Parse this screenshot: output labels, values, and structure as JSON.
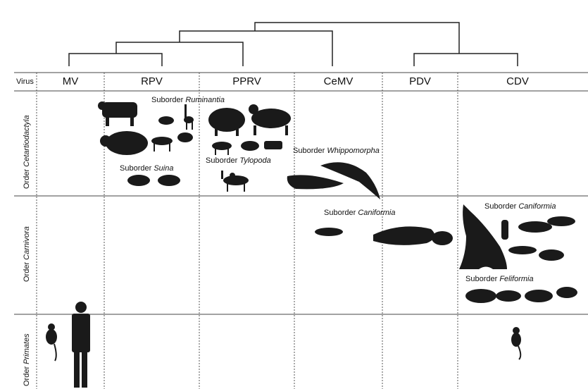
{
  "header": {
    "virus_label": "Virus",
    "columns": [
      "MV",
      "RPV",
      "PPRV",
      "CeMV",
      "PDV",
      "CDV"
    ]
  },
  "rows": [
    {
      "prefix": "Order ",
      "name": "Cetartiodactyla"
    },
    {
      "prefix": "Order ",
      "name": "Carnivora"
    },
    {
      "prefix": "Order ",
      "name": "Primates"
    }
  ],
  "labels": {
    "ruminantia": {
      "prefix": "Suborder ",
      "name": "Ruminantia"
    },
    "suina": {
      "prefix": "Suborder ",
      "name": "Suina"
    },
    "tylopoda": {
      "prefix": "Suborder ",
      "name": "Tylopoda"
    },
    "whippomorpha": {
      "prefix": "Suborder ",
      "name": "Whippomorpha"
    },
    "caniformia_pdv": {
      "prefix": "Suborder ",
      "name": "Caniformia"
    },
    "caniformia_cdv": {
      "prefix": "Suborder ",
      "name": "Caniformia"
    },
    "feliformia": {
      "prefix": "Suborder ",
      "name": "Feliformia"
    }
  },
  "colors": {
    "line": "#222222",
    "silhouette": "#1a1a1a",
    "grid": "#555555"
  }
}
